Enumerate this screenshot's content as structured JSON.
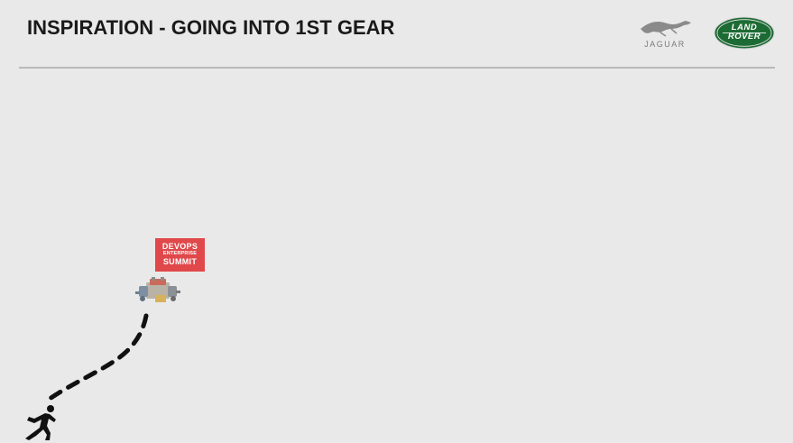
{
  "slide": {
    "title": "INSPIRATION - GOING INTO 1ST GEAR"
  },
  "logos": {
    "jaguar": {
      "wordmark": "JAGUAR",
      "icon": "leaping-jaguar-icon"
    },
    "land_rover": {
      "line1": "LAND",
      "line2": "ROVER",
      "color": "#1d6b34"
    }
  },
  "badge": {
    "line1": "DEVOPS",
    "line2": "ENTERPRISE",
    "line3": "SUMMIT",
    "color": "#e0484a"
  },
  "icons": {
    "engine": "engine-icon",
    "runner": "running-person-icon",
    "path": "dashed-path"
  }
}
